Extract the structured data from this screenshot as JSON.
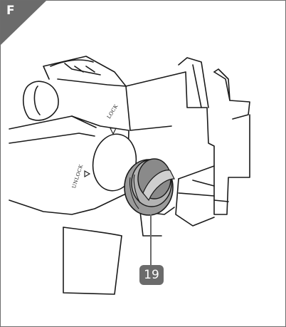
{
  "figure": {
    "panel_letter": "F"
  },
  "labels": {
    "lock": "LOCK",
    "unlock": "UNLOCK"
  },
  "callout": {
    "number": "19"
  },
  "colors": {
    "frame_border": "#6d6d6d",
    "corner_fill": "#6b6b6b",
    "badge_fill": "#6b6b6b",
    "knob_fill": "#8a8a8a",
    "line_art": "#1a1a1a"
  }
}
